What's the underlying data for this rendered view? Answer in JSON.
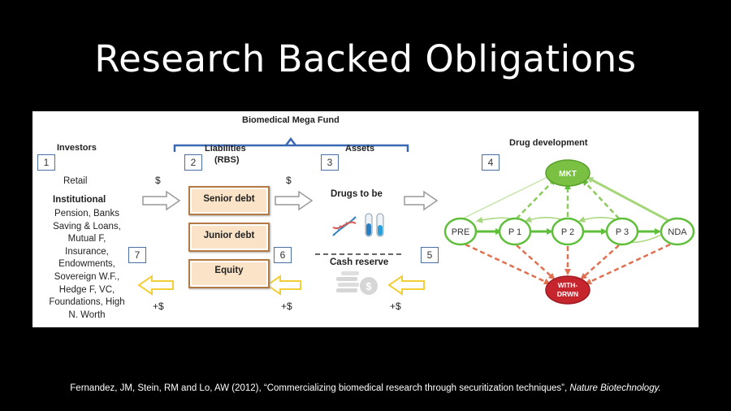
{
  "slide": {
    "title": "Research Backed Obligations",
    "caption": {
      "prefix": "Fernandez, JM, Stein, RM and Lo, AW (2012), “Commercializing biomedical research through securitization techniques”, ",
      "journal": "Nature Biotechnology."
    }
  },
  "diagram": {
    "fund_label": "Biomedical Mega Fund",
    "investors": {
      "num": "1",
      "heading": "Investors",
      "retail": "Retail",
      "institutional_heading": "Institutional",
      "institutional_lines": [
        "Pension, Banks",
        "Saving & Loans,",
        "Mutual F,",
        "Insurance,",
        "Endowments,",
        "Sovereign W.F.,",
        "Hedge F, VC,",
        "Foundations, High",
        "N. Worth"
      ]
    },
    "liabilities": {
      "num": "2",
      "heading": "Liabilities",
      "subheading": "(RBS)",
      "tranches": [
        "Senior debt",
        "Junior debt",
        "Equity"
      ]
    },
    "assets": {
      "num": "3",
      "heading": "Assets",
      "drugs_label": "Drugs to be",
      "cash_label": "Cash reserve"
    },
    "drug_development": {
      "num": "4",
      "heading": "Drug development",
      "nodes": [
        "PRE",
        "P 1",
        "P 2",
        "P 3",
        "NDA"
      ],
      "mkt": "MKT",
      "withdrawn": [
        "WITH-",
        "DRWN"
      ]
    },
    "flow_labels": {
      "in1": "$",
      "in2": "$",
      "out1": "+$",
      "out2": "+$",
      "out3": "+$"
    },
    "return_nums": [
      "5",
      "6",
      "7"
    ],
    "colors": {
      "box_border": "#4a6fa5",
      "tranche_fill": "#fbe3c8",
      "tranche_border": "#b47a44",
      "phase_green": "#5fbf3a",
      "mkt_green": "#7ac143",
      "withdrawn_red": "#c6252e",
      "fail_arrow": "#e07050",
      "return_arrow": "#f2cf3a",
      "flow_arrow": "#999999"
    }
  }
}
